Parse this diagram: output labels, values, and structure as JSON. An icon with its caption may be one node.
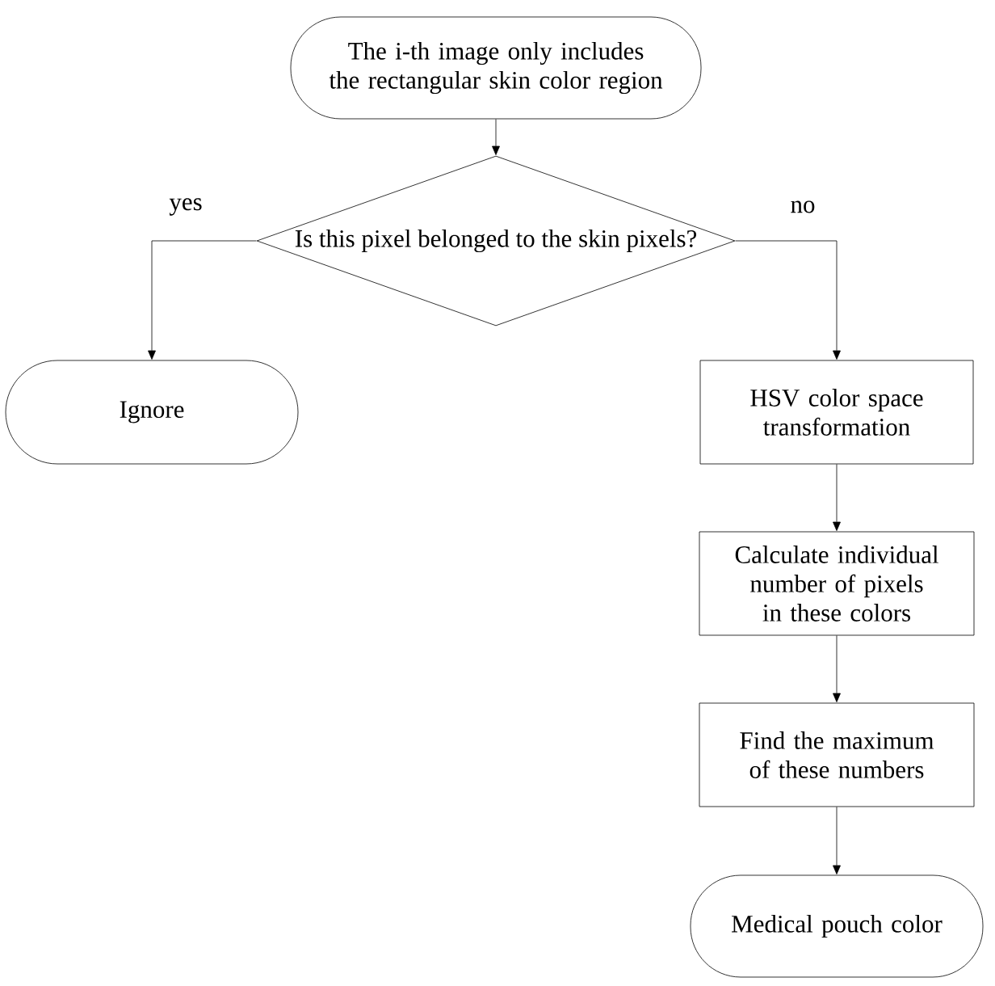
{
  "diagram": {
    "nodes": [
      {
        "text": [
          "The i-th image only includes the rectangular skin color region"
        ]
      },
      {
        "text": [
          "Is this pixel belonged to the skin pixels?"
        ]
      },
      {
        "text": [
          "Ignore"
        ]
      },
      {
        "text": [
          "HSV color space transformation"
        ]
      },
      {
        "text": [
          "Calculate individual number of pixels in these colors"
        ]
      },
      {
        "text": [
          "Find the maximum of these numbers"
        ]
      },
      {
        "text": [
          "Medical pouch color"
        ]
      }
    ],
    "edges": [
      {
        "from": 0,
        "to": 1,
        "arrow": "to"
      },
      {
        "from": 1,
        "to": 2,
        "arrow": "to",
        "label": "yes"
      },
      {
        "from": 1,
        "to": 3,
        "arrow": "to",
        "label": "no"
      },
      {
        "from": 3,
        "to": 4,
        "arrow": "to"
      },
      {
        "from": 4,
        "to": 5,
        "arrow": "to"
      },
      {
        "from": 5,
        "to": 6,
        "arrow": "to"
      }
    ]
  }
}
